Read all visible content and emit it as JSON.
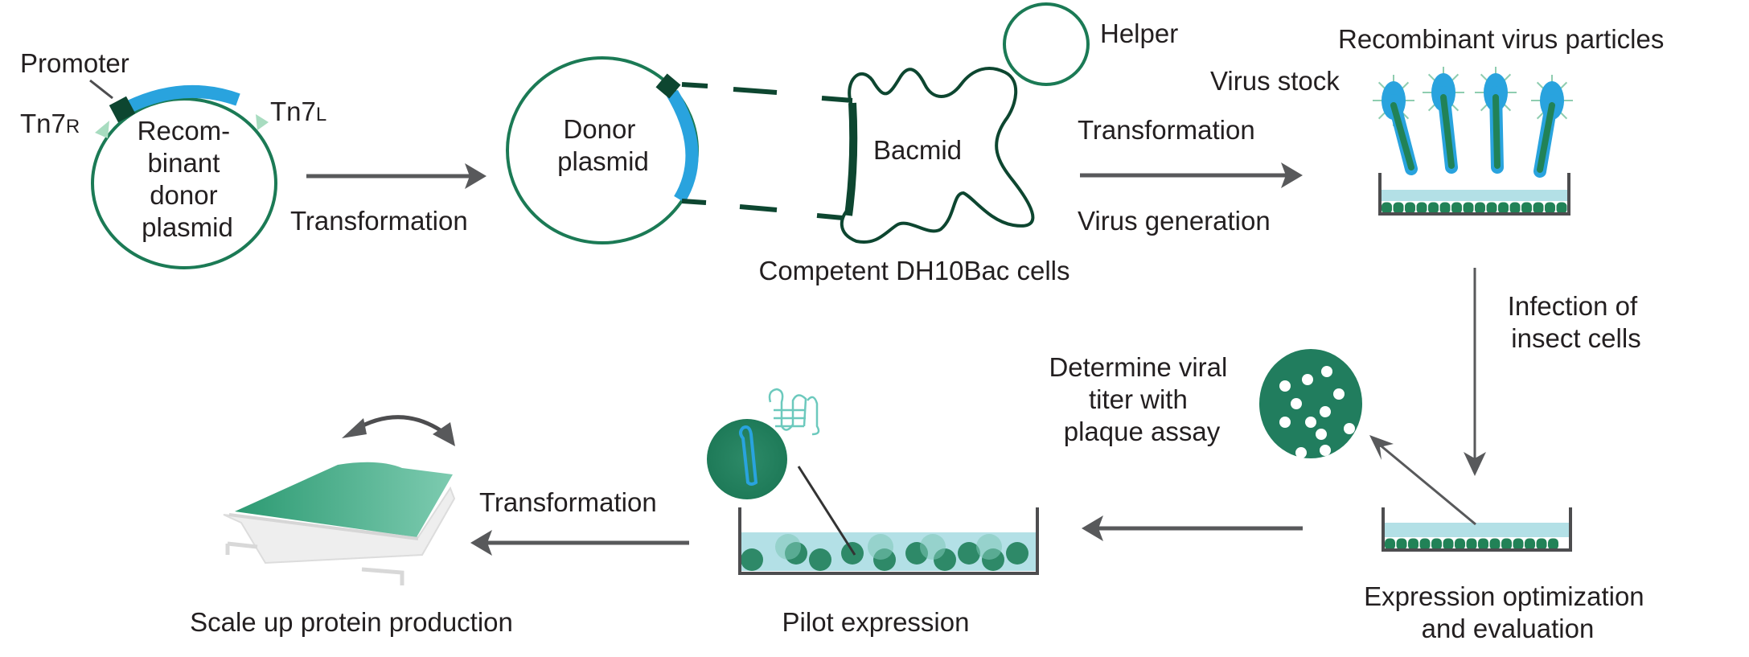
{
  "diagram": {
    "title": "Baculovirus expression workflow",
    "colors": {
      "plasmid_green": "#1b7a55",
      "dark_green": "#0d4630",
      "insert_blue": "#29a3de",
      "tn7_mint": "#a8dcc0",
      "medium_cyan": "#b3e0e6",
      "cell_green": "#218257",
      "arrow_gray": "#58595b",
      "bag_green": "#4fb592"
    },
    "plasmid1": {
      "label_lines": [
        "Recom-",
        "binant",
        "donor",
        "plasmid"
      ],
      "promoter_label": "Promoter",
      "tn7r_main": "Tn7",
      "tn7r_sub": "R",
      "tn7l_main": "Tn7",
      "tn7l_sub": "L"
    },
    "step1": {
      "arrow_label": "Transformation"
    },
    "donor": {
      "label_lines": [
        "Donor",
        "plasmid"
      ]
    },
    "bacmid": {
      "label": "Bacmid",
      "helper_label": "Helper",
      "cells_label": "Competent DH10Bac cells"
    },
    "step2": {
      "top_label": "Transformation",
      "bottom_label": "Virus generation"
    },
    "virus": {
      "particles_label": "Recombinant virus particles",
      "stock_label": "Virus stock"
    },
    "step3": {
      "label_lines": [
        "Infection of",
        "insect cells"
      ]
    },
    "plaque": {
      "label_lines": [
        "Determine viral",
        "titer with",
        "plaque assay"
      ]
    },
    "expression": {
      "label_lines": [
        "Expression optimization",
        "and evaluation"
      ]
    },
    "pilot": {
      "label": "Pilot expression"
    },
    "step4": {
      "arrow_label": "Transformation"
    },
    "scaleup": {
      "label": "Scale up protein production"
    }
  }
}
